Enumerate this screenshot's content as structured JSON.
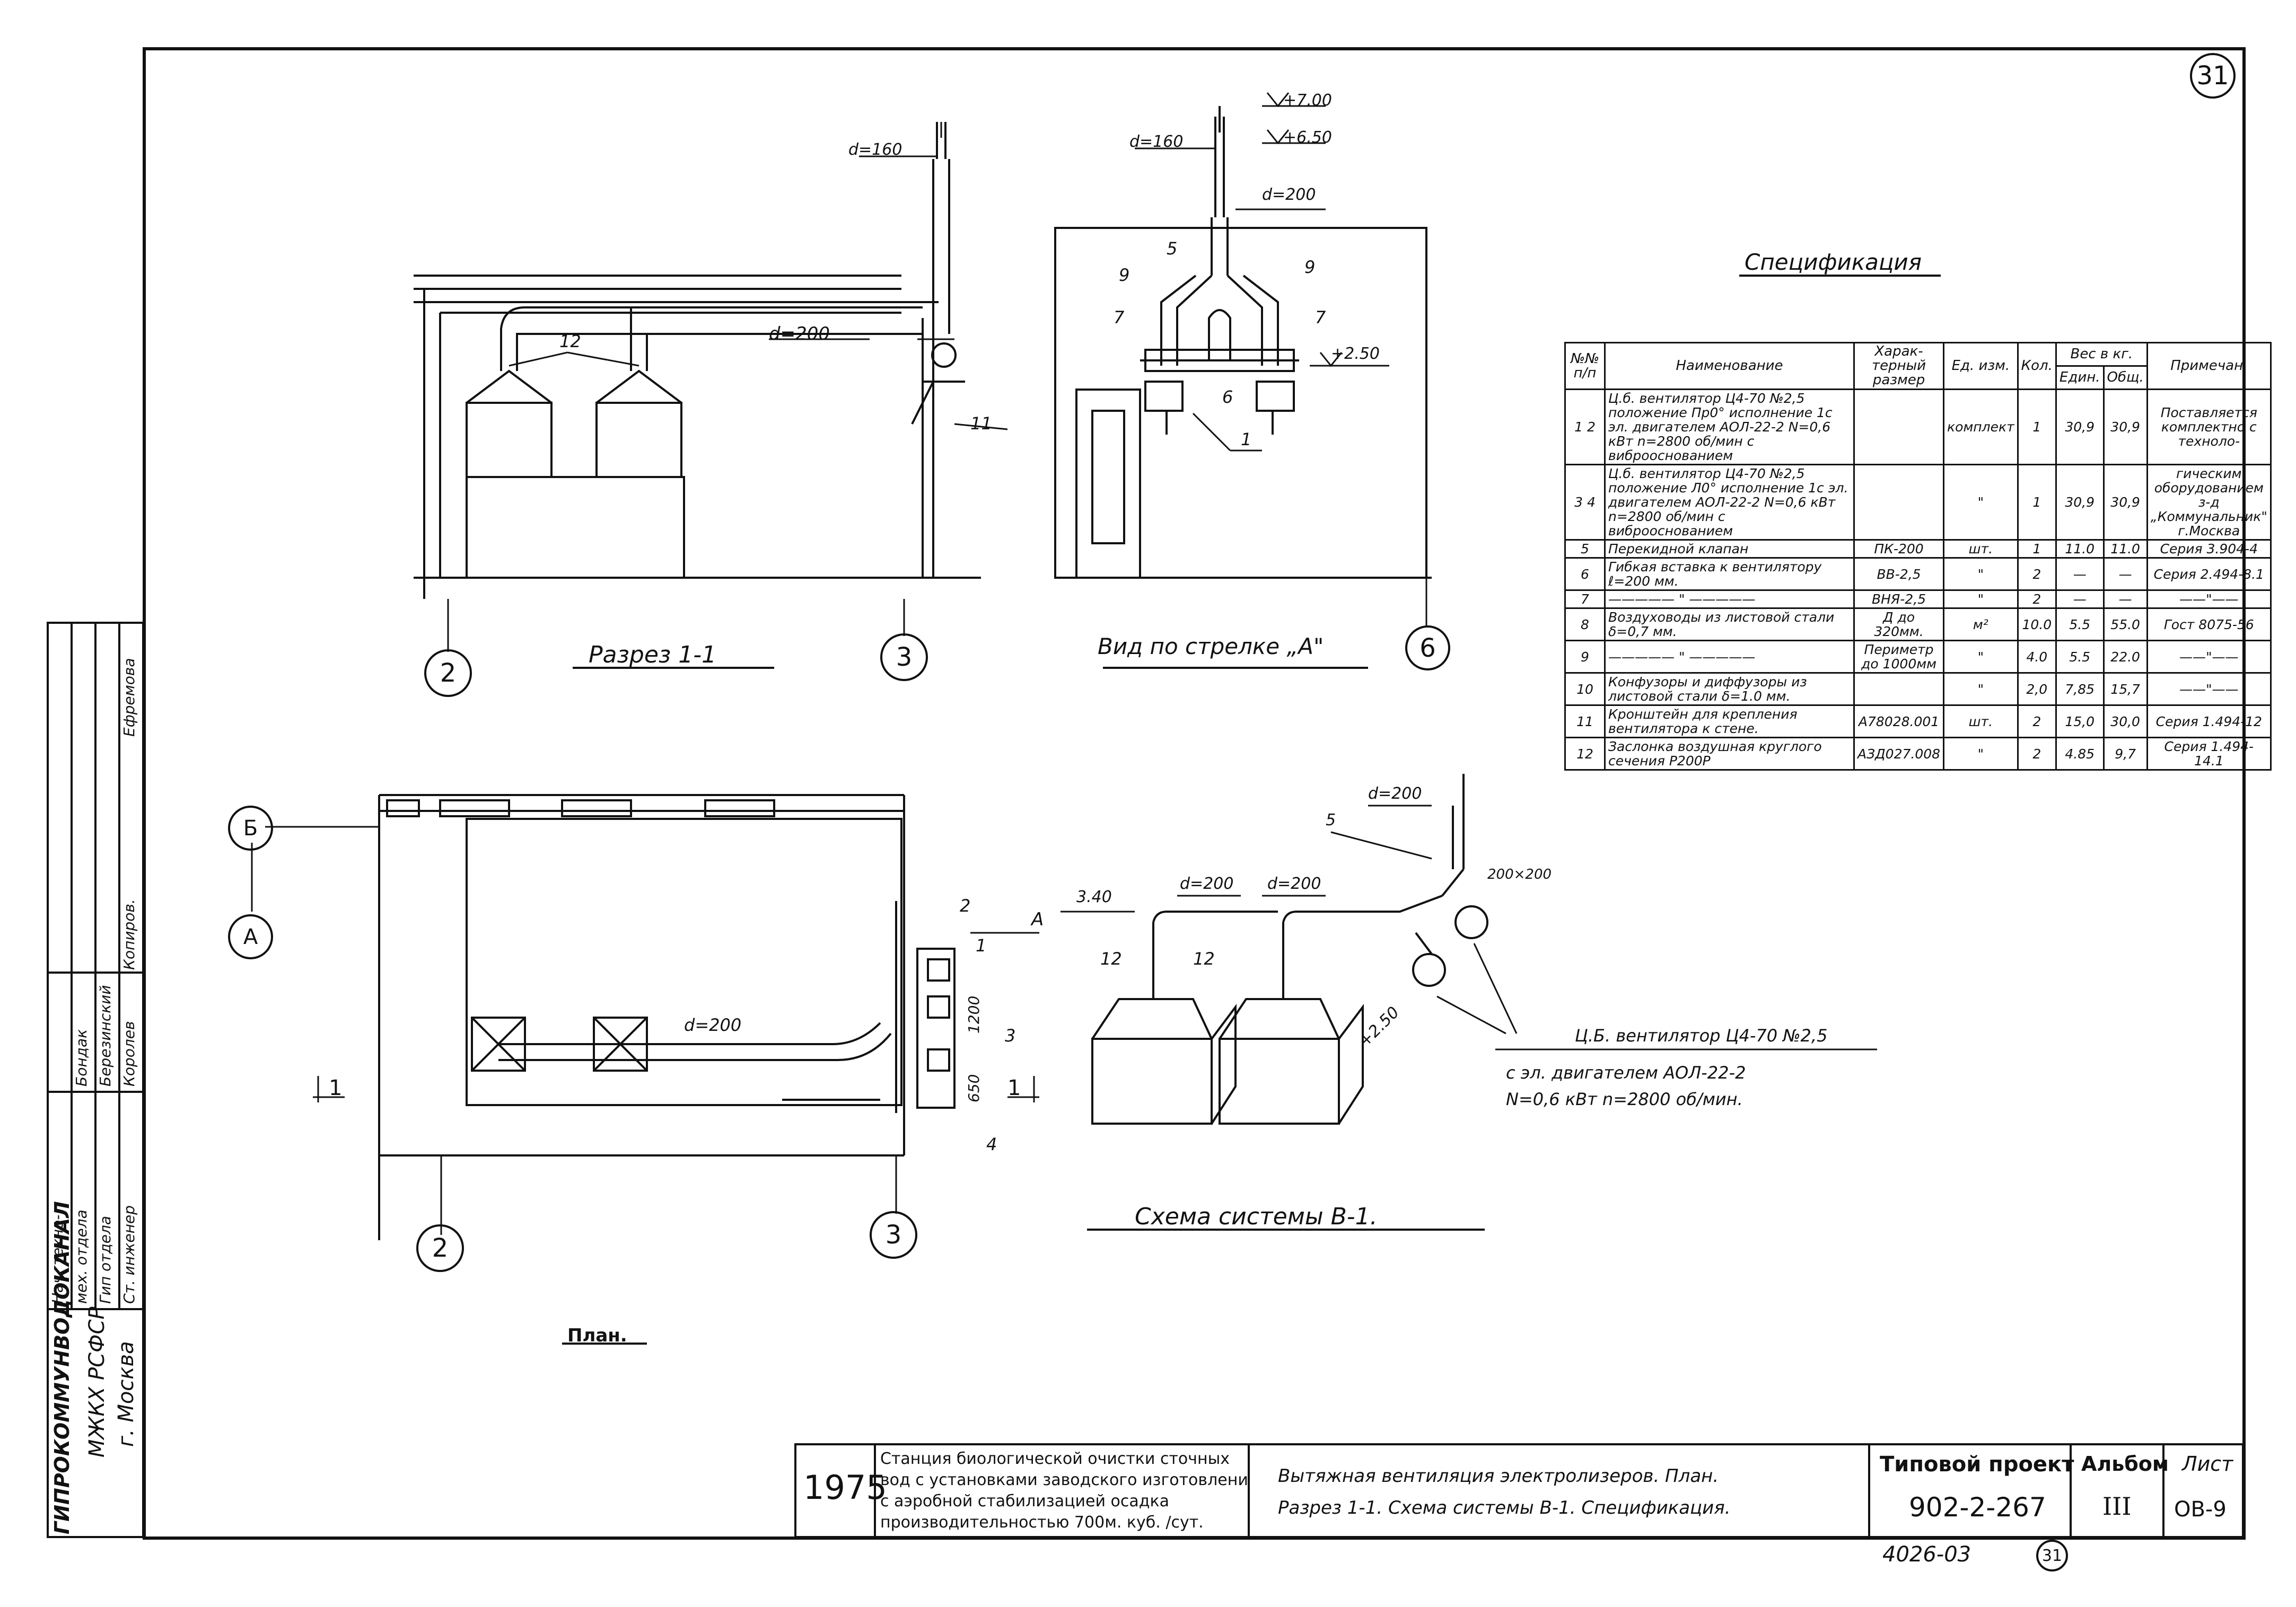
{
  "sheet": {
    "sheet_badge": "31",
    "bottom_code": "4026-03",
    "bottom_badge": "31"
  },
  "section_1_1": {
    "title": "Разрез 1-1",
    "d160": "d=160",
    "d200": "d=200",
    "mark_12": "12",
    "mark_11": "11",
    "axis_2": "2",
    "axis_3": "3"
  },
  "view_a": {
    "title": "Вид по стрелке „А\"",
    "elev_700": "+7.00",
    "elev_650": "+6.50",
    "elev_250": "+2.50",
    "d160": "d=160",
    "d200": "d=200",
    "marks": [
      "5",
      "9",
      "9",
      "7",
      "7",
      "6",
      "1"
    ],
    "axis_6": "6"
  },
  "plan": {
    "title": "План.",
    "axis_b": "Б",
    "axis_a": "А",
    "axis_2": "2",
    "axis_3": "3",
    "d200": "d=200",
    "arrow_a": "А",
    "section_mark": "1",
    "marks": [
      "2",
      "1",
      "3",
      "4"
    ],
    "dim_1200": "1200",
    "dim_650": "650"
  },
  "scheme": {
    "title": "Схема системы В-1.",
    "elev_340": "3.40",
    "elev_250": "+2.50",
    "d200_a": "d=200",
    "d200_b": "d=200",
    "d200_c": "d=200",
    "mark_5": "5",
    "mark_12a": "12",
    "mark_12b": "12",
    "size": "200×200",
    "fan_line1": "Ц.Б. вентилятор Ц4-70 №2,5",
    "fan_line2": "с эл. двигателем АОЛ-22-2",
    "fan_line3": "N=0,6 кВт n=2800 об/мин."
  },
  "spec": {
    "title": "Спецификация",
    "headers": {
      "num": "№№ п/п",
      "name": "Наименование",
      "size": "Харак-терный размер",
      "unit": "Ед. изм.",
      "qty": "Кол.",
      "weight": "Вес в кг.",
      "w_unit": "Един.",
      "w_total": "Общ.",
      "note": "Примечан."
    },
    "rows": [
      {
        "n": "1 2",
        "name": "Ц.б. вентилятор Ц4-70 №2,5 положение Пр0° исполнение 1с эл. двигателем АОЛ-22-2 N=0,6 кВт n=2800 об/мин с виброоснованием",
        "size": "",
        "unit": "комплект",
        "qty": "1",
        "wu": "30,9",
        "wt": "30,9",
        "note": "Поставляется комплектно с техноло-"
      },
      {
        "n": "3 4",
        "name": "Ц.б. вентилятор Ц4-70 №2,5 положение Л0° исполнение 1с эл. двигателем АОЛ-22-2 N=0,6 кВт n=2800 об/мин с виброоснованием",
        "size": "",
        "unit": "\"",
        "qty": "1",
        "wu": "30,9",
        "wt": "30,9",
        "note": "гическим оборудованием з-д „Коммунальник\" г.Москва"
      },
      {
        "n": "5",
        "name": "Перекидной клапан",
        "size": "ПК-200",
        "unit": "шт.",
        "qty": "1",
        "wu": "11.0",
        "wt": "11.0",
        "note": "Серия 3.904-4"
      },
      {
        "n": "6",
        "name": "Гибкая вставка к вентилятору ℓ=200 мм.",
        "size": "ВВ-2,5",
        "unit": "\"",
        "qty": "2",
        "wu": "—",
        "wt": "—",
        "note": "Серия 2.494-8.1"
      },
      {
        "n": "7",
        "name": "————— \" —————",
        "size": "ВНЯ-2,5",
        "unit": "\"",
        "qty": "2",
        "wu": "—",
        "wt": "—",
        "note": "——\"——"
      },
      {
        "n": "8",
        "name": "Воздуховоды из листовой стали δ=0,7 мм.",
        "size": "Д до 320мм.",
        "unit": "м²",
        "qty": "10.0",
        "wu": "5.5",
        "wt": "55.0",
        "note": "Гост 8075-56"
      },
      {
        "n": "9",
        "name": "————— \" —————",
        "size": "Периметр до 1000мм",
        "unit": "\"",
        "qty": "4.0",
        "wu": "5.5",
        "wt": "22.0",
        "note": "——\"——"
      },
      {
        "n": "10",
        "name": "Конфузоры и диффузоры из листовой стали δ=1.0 мм.",
        "size": "",
        "unit": "\"",
        "qty": "2,0",
        "wu": "7,85",
        "wt": "15,7",
        "note": "——\"——"
      },
      {
        "n": "11",
        "name": "Кронштейн для крепления вентилятора к стене.",
        "size": "А78028.001",
        "unit": "шт.",
        "qty": "2",
        "wu": "15,0",
        "wt": "30,0",
        "note": "Серия 1.494-12"
      },
      {
        "n": "12",
        "name": "Заслонка воздушная круглого сечения Р200Р",
        "size": "АЗД027.008",
        "unit": "\"",
        "qty": "2",
        "wu": "4.85",
        "wt": "9,7",
        "note": "Серия 1.494-14.1"
      }
    ]
  },
  "left_block": {
    "org1": "ГИПРОКОММУНВОДОКАНАЛ",
    "org2": "МЖКХ РСФСР",
    "org3": "г. Москва",
    "roles": [
      "Нач. техно-",
      "мех. отдела",
      "Гип отдела",
      "Ст. инженер"
    ],
    "names": [
      "Бондак",
      "Березинский",
      "Королев"
    ],
    "efremov": "Ефремова",
    "copied": "Копиров."
  },
  "title_block": {
    "year": "1975",
    "station": "Станция биологической очистки сточных вод с установками заводского изготовления с аэробной стабилизацией осадка производительностью 700 м. куб. /сут.",
    "station_lines": [
      "Станция биологической очистки сточных",
      "вод с установками заводского изготовлени",
      "с аэробной стабилизацией осадка",
      "производительностью 700м. куб. /сут."
    ],
    "desc_line1": "Вытяжная вентиляция электролизеров. План.",
    "desc_line2": "Разрез 1-1. Схема системы В-1. Спецификация.",
    "proj_label": "Типовой проект",
    "proj_num": "902-2-267",
    "album_label": "Альбом",
    "album_num": "III",
    "sheet_label": "Лист",
    "sheet_num": "ОВ-9"
  }
}
